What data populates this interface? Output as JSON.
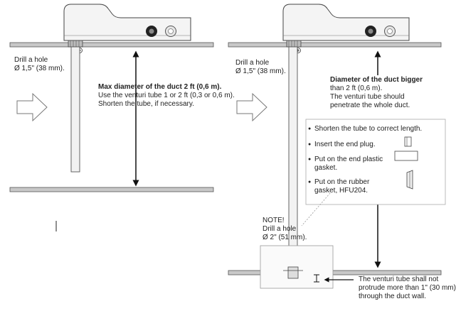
{
  "left_panel": {
    "drill_line1": "Drill a hole",
    "drill_line2": "Ø 1,5\" (38 mm).",
    "max_title": "Max diameter of the duct 2 ft (0,6 m).",
    "max_line2": "Use the venturi tube 1 or 2 ft (0,3 or 0,6 m).",
    "max_line3": "Shorten the tube, if necessary."
  },
  "right_panel": {
    "drill_line1": "Drill a hole",
    "drill_line2": "Ø 1,5\" (38 mm).",
    "bigger_title": "Diameter of the duct bigger",
    "bigger_line2": "than 2 ft (0,6 m).",
    "bigger_line3": "The venturi tube should",
    "bigger_line4": "penetrate the whole duct.",
    "steps": [
      {
        "line1": "Shorten the tube to correct length.",
        "line2": ""
      },
      {
        "line1": "Insert the end plug.",
        "line2": ""
      },
      {
        "line1": "Put on the end plastic",
        "line2": "gasket."
      },
      {
        "line1": "Put on the rubber",
        "line2": "gasket, HFU204."
      }
    ],
    "note_title": "NOTE!",
    "note_line2": "Drill a hole",
    "note_line3": "Ø 2\" (51 mm).",
    "protrude_line1": "The venturi tube shall not",
    "protrude_line2": "protrude more than 1\" (30 mm)",
    "protrude_line3": "through the duct wall."
  }
}
